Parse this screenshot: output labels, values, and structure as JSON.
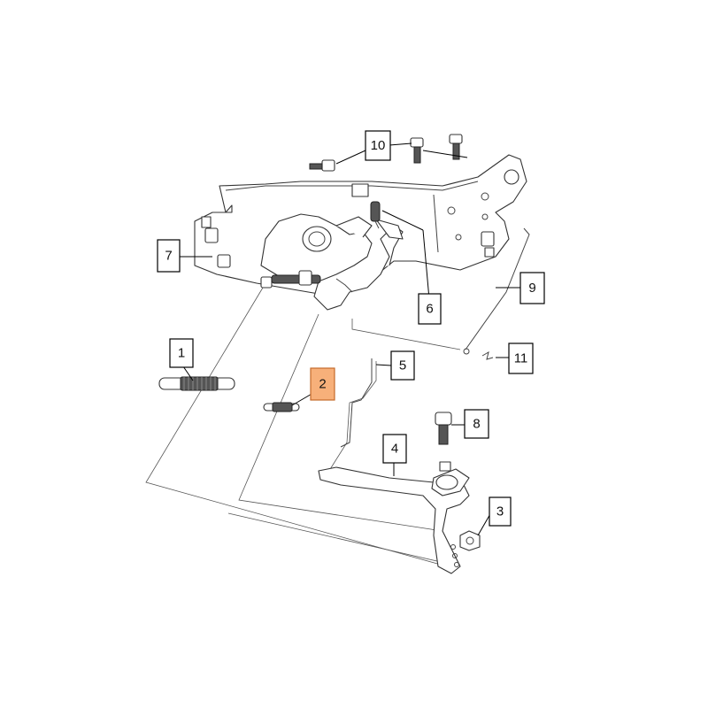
{
  "diagram": {
    "highlight_color": "#f7b07a",
    "callouts": [
      {
        "id": "1",
        "label": "1",
        "highlighted": false
      },
      {
        "id": "2",
        "label": "2",
        "highlighted": true
      },
      {
        "id": "3",
        "label": "3",
        "highlighted": false
      },
      {
        "id": "4",
        "label": "4",
        "highlighted": false
      },
      {
        "id": "5",
        "label": "5",
        "highlighted": false
      },
      {
        "id": "6",
        "label": "6",
        "highlighted": false
      },
      {
        "id": "7",
        "label": "7",
        "highlighted": false
      },
      {
        "id": "8",
        "label": "8",
        "highlighted": false
      },
      {
        "id": "9",
        "label": "9",
        "highlighted": false
      },
      {
        "id": "10",
        "label": "10",
        "highlighted": false
      },
      {
        "id": "11",
        "label": "11",
        "highlighted": false
      }
    ]
  }
}
